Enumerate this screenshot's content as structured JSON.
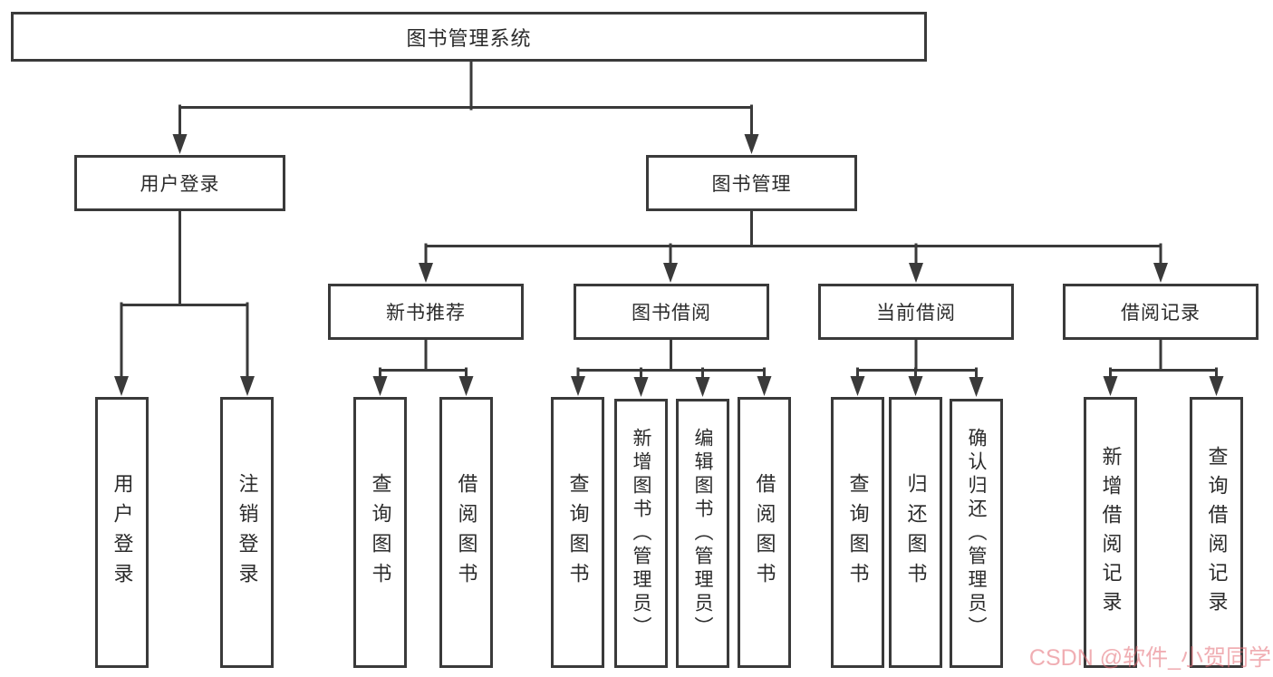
{
  "diagram": {
    "root": {
      "label": "图书管理系统"
    },
    "branches": [
      {
        "label": "用户登录",
        "children": [
          {
            "label": "用户登录"
          },
          {
            "label": "注销登录"
          }
        ]
      },
      {
        "label": "图书管理",
        "sections": [
          {
            "label": "新书推荐",
            "children": [
              {
                "label": "查询图书"
              },
              {
                "label": "借阅图书"
              }
            ]
          },
          {
            "label": "图书借阅",
            "children": [
              {
                "label": "查询图书"
              },
              {
                "label": "新增图书（管理员）"
              },
              {
                "label": "编辑图书（管理员）"
              },
              {
                "label": "借阅图书"
              }
            ]
          },
          {
            "label": "当前借阅",
            "children": [
              {
                "label": "查询图书"
              },
              {
                "label": "归还图书"
              },
              {
                "label": "确认归还（管理员）"
              }
            ]
          },
          {
            "label": "借阅记录",
            "children": [
              {
                "label": "新增借阅记录"
              },
              {
                "label": "查询借阅记录"
              }
            ]
          }
        ]
      }
    ]
  },
  "watermark": {
    "text": "CSDN @软件_小贺同学",
    "color": "#e46c75"
  },
  "colors": {
    "line": "#3a3a3a",
    "box_border": "#3a3a3a",
    "text": "#2b2b2b",
    "background": "#ffffff"
  }
}
